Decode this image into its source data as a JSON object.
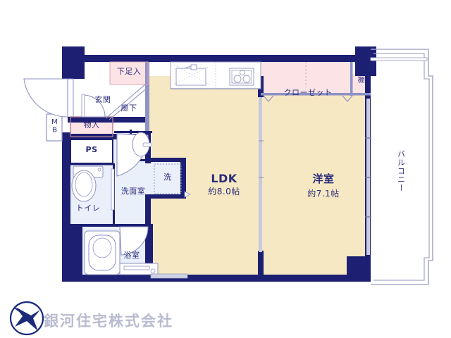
{
  "document": {
    "type": "real-estate-floor-plan",
    "layout_code": "1LDK"
  },
  "colors": {
    "wall": "#1c1f72",
    "wall_thin": "#2b2d7a",
    "room_floor": "#f7e8c4",
    "closet_fill": "#fbe3e6",
    "wet_area_fill": "#eaf0fa",
    "white": "#ffffff",
    "text": "#2b2d7a",
    "brand_text": "#b9bcd0",
    "logo": "#1c2a7a"
  },
  "rooms": {
    "ldk": {
      "name": "LDK",
      "area": "約8.0帖"
    },
    "western_room": {
      "name": "洋室",
      "area": "約7.1帖"
    },
    "entrance": {
      "label": "玄関"
    },
    "corridor": {
      "label": "廊下"
    },
    "shoe_cabinet": {
      "label": "下足入"
    },
    "storage": {
      "label": "物入"
    },
    "meter_box": {
      "label": "MB"
    },
    "pipe_space": {
      "label": "PS"
    },
    "toilet": {
      "label": "トイレ"
    },
    "washroom": {
      "label": "洗面室"
    },
    "bathroom": {
      "label": "浴室"
    },
    "washer_space": {
      "label": "洗"
    },
    "closet": {
      "label": "クローゼット"
    },
    "shelf": {
      "label": "棚"
    },
    "balcony": {
      "label": "バルコニー"
    }
  },
  "fixtures": {
    "kitchen_sink": "sink-icon",
    "kitchen_stove": "stove-icon",
    "toilet_bowl": "toilet-icon",
    "bathtub": "bathtub-icon",
    "vanity_basin": "basin-icon",
    "entrance_door": "swing-door-icon",
    "balcony_rail": "balcony-rail-icon"
  },
  "branding": {
    "company": "銀河住宅株式会社",
    "logo_name": "swallow-in-circle-logo"
  }
}
